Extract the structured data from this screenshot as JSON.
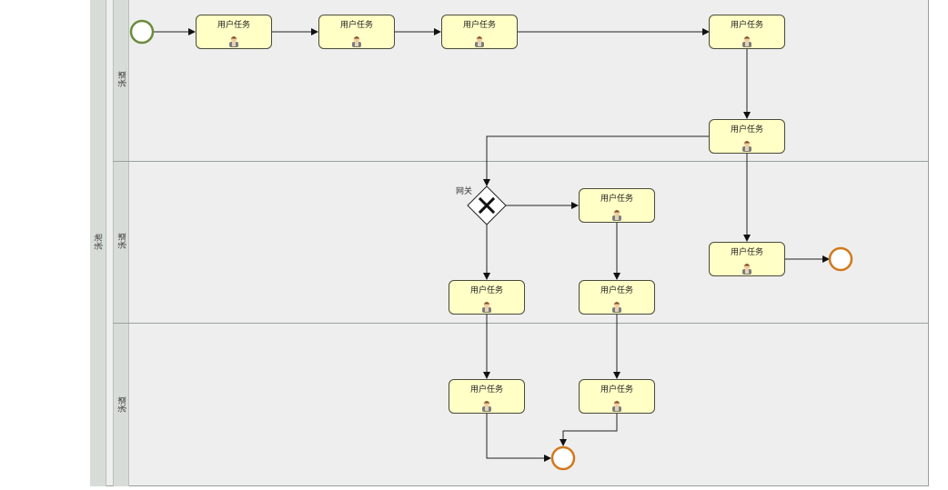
{
  "pool": {
    "label": "泳池"
  },
  "lanes": [
    {
      "label": "泳道"
    },
    {
      "label": "泳道"
    },
    {
      "label": "泳道"
    }
  ],
  "tasks": [
    {
      "label": "用户任务"
    },
    {
      "label": "用户任务"
    },
    {
      "label": "用户任务"
    },
    {
      "label": "用户任务"
    },
    {
      "label": "用户任务"
    },
    {
      "label": "用户任务"
    },
    {
      "label": "用户任务"
    },
    {
      "label": "用户任务"
    },
    {
      "label": "用户任务"
    },
    {
      "label": "用户任务"
    },
    {
      "label": "用户任务"
    }
  ],
  "gateway": {
    "label": "网关"
  },
  "colors": {
    "start_event": "#6a8c3a",
    "end_event": "#d2781c",
    "task_fill": "#ffffc6"
  },
  "icons": {
    "task_icon": "user-icon",
    "gateway_icon": "exclusive-gateway-x"
  }
}
